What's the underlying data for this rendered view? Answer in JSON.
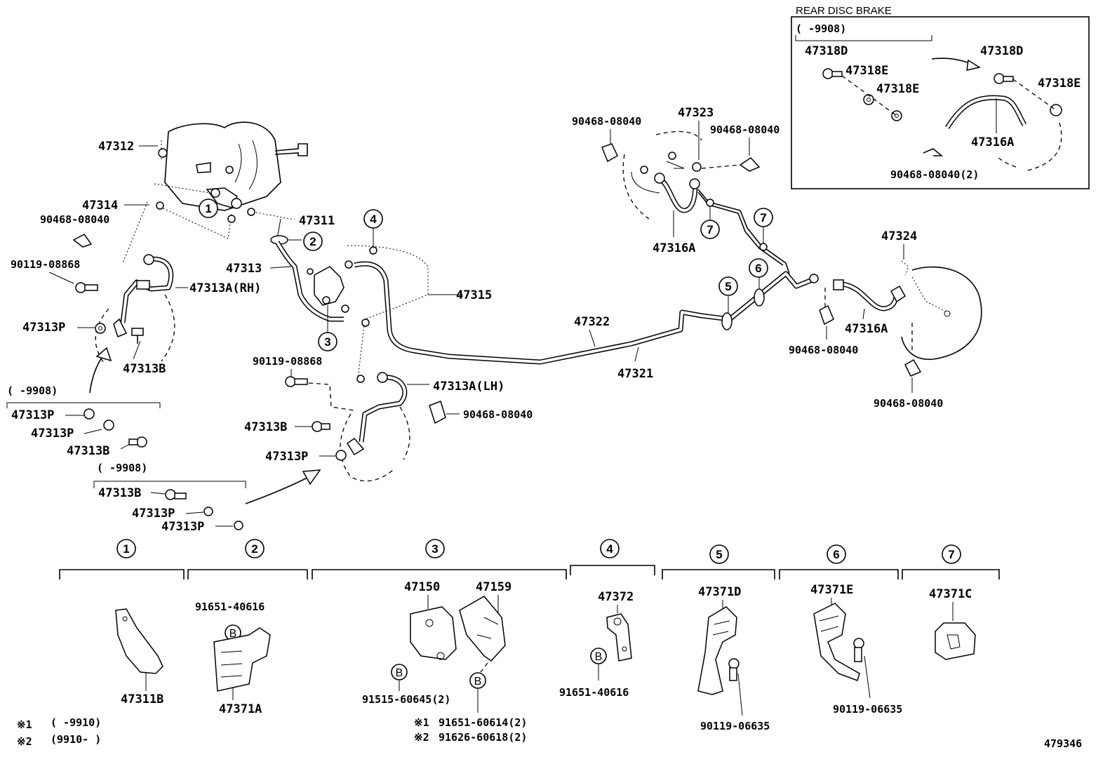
{
  "title": "REAR DISC BRAKE",
  "range_9908": "(     -9908)",
  "range_9908b": "(     -9908)",
  "range_9908c": "(     -9908)",
  "labels": {
    "p47312": "47312",
    "p47314": "47314",
    "p90468a": "90468-08040",
    "p90119a": "90119-08868",
    "p47313a_rh": "47313A(RH)",
    "p47313p_1": "47313P",
    "p47313b_1": "47313B",
    "p47311": "47311",
    "p47313": "47313",
    "p47315": "47315",
    "p90119b": "90119-08868",
    "p47313a_lh": "47313A(LH)",
    "p90468b": "90468-08040",
    "p47313b_2": "47313B",
    "p47313p_2": "47313P",
    "p47313p_3": "47313P",
    "p47313p_4": "47313P",
    "p47313b_3": "47313B",
    "p47313b_4": "47313B",
    "p47313p_5": "47313P",
    "p47313p_6": "47313P",
    "p47322": "47322",
    "p47321": "47321",
    "p90468c": "90468-08040",
    "p47323": "47323",
    "p90468d": "90468-08040",
    "p47316a_1": "47316A",
    "p47324": "47324",
    "p47316a_2": "47316A",
    "p90468e": "90468-08040",
    "p90468f": "90468-08040",
    "p47318d_1": "47318D",
    "p47318e_1": "47318E",
    "p47318e_2": "47318E",
    "p47318d_2": "47318D",
    "p47318e_3": "47318E",
    "p47316a_3": "47316A",
    "p90468g": "90468-08040(2)",
    "p47311b": "47311B",
    "p91651a": "91651-40616",
    "p47371a": "47371A",
    "p47150": "47150",
    "p47159": "47159",
    "p91515": "91515-60645(2)",
    "p91651b": "91651-60614(2)",
    "p91626": "91626-60618(2)",
    "p47372": "47372",
    "p91651c": "91651-40616",
    "p47371d": "47371D",
    "p90119c": "90119-06635",
    "p47371e": "47371E",
    "p90119d": "90119-06635",
    "p47371c": "47371C"
  },
  "circled": [
    "1",
    "2",
    "3",
    "4",
    "5",
    "6",
    "7"
  ],
  "b_mark": "B",
  "notes": {
    "n1_mark": "※1",
    "n1_text": "(     -9910)",
    "n2_mark": "※2",
    "n2_text": "(9910-     )"
  },
  "illustration_no": "479346"
}
